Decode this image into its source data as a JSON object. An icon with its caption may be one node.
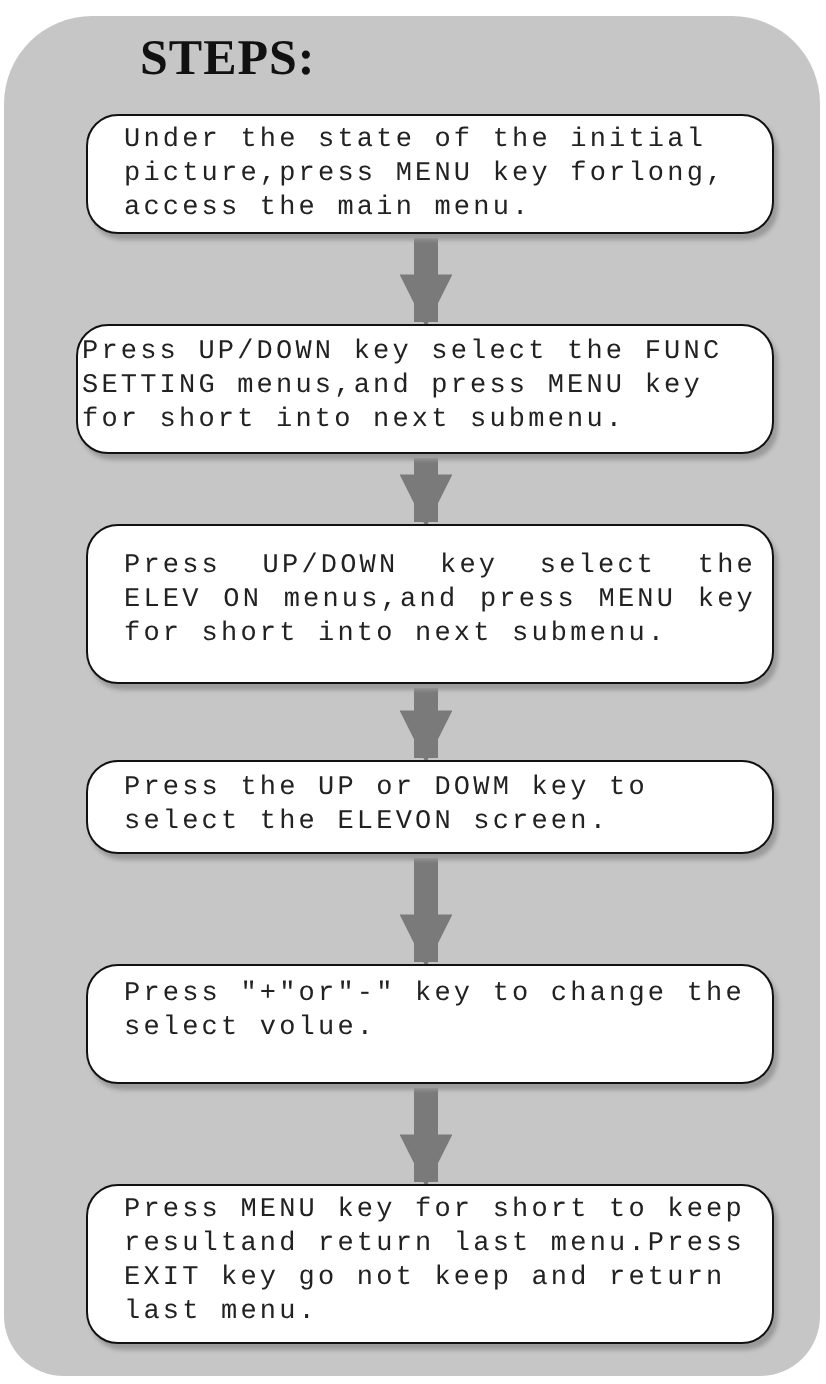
{
  "diagram": {
    "title": "STEPS:",
    "nodes": [
      {
        "text": [
          "Under the state of the initial picture,press MENU key forlong, access the main menu."
        ]
      },
      {
        "text": [
          "Press UP/DOWN key select the FUNC SETTING menus,and press MENU key for short into next submenu."
        ]
      },
      {
        "text": [
          "Press UP/DOWN key select the ELEV ON menus,and press MENU key for short into next submenu."
        ]
      },
      {
        "text": [
          "Press the UP or DOWM key to select the ELEVON screen."
        ]
      },
      {
        "text": [
          "Press \"+\"or\"-\" key to change the select volue."
        ]
      },
      {
        "text": [
          "Press MENU key for short to keep resultand return last menu.Press EXIT key go not keep and return last menu."
        ]
      }
    ],
    "edges": [
      {
        "from": 0,
        "to": 1,
        "arrow": "to"
      },
      {
        "from": 1,
        "to": 2,
        "arrow": "to"
      },
      {
        "from": 2,
        "to": 3,
        "arrow": "to"
      },
      {
        "from": 3,
        "to": 4,
        "arrow": "to"
      },
      {
        "from": 4,
        "to": 5,
        "arrow": "to"
      }
    ]
  }
}
